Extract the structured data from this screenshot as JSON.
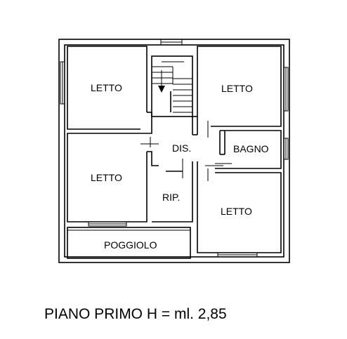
{
  "rooms": {
    "letto_top_left": "LETTO",
    "letto_top_right": "LETTO",
    "letto_bottom_left": "LETTO",
    "letto_bottom_right": "LETTO",
    "bagno": "BAGNO",
    "dis": "DIS.",
    "rip": "RIP.",
    "poggiolo": "POGGIOLO"
  },
  "caption": "PIANO PRIMO H = ml. 2,85"
}
